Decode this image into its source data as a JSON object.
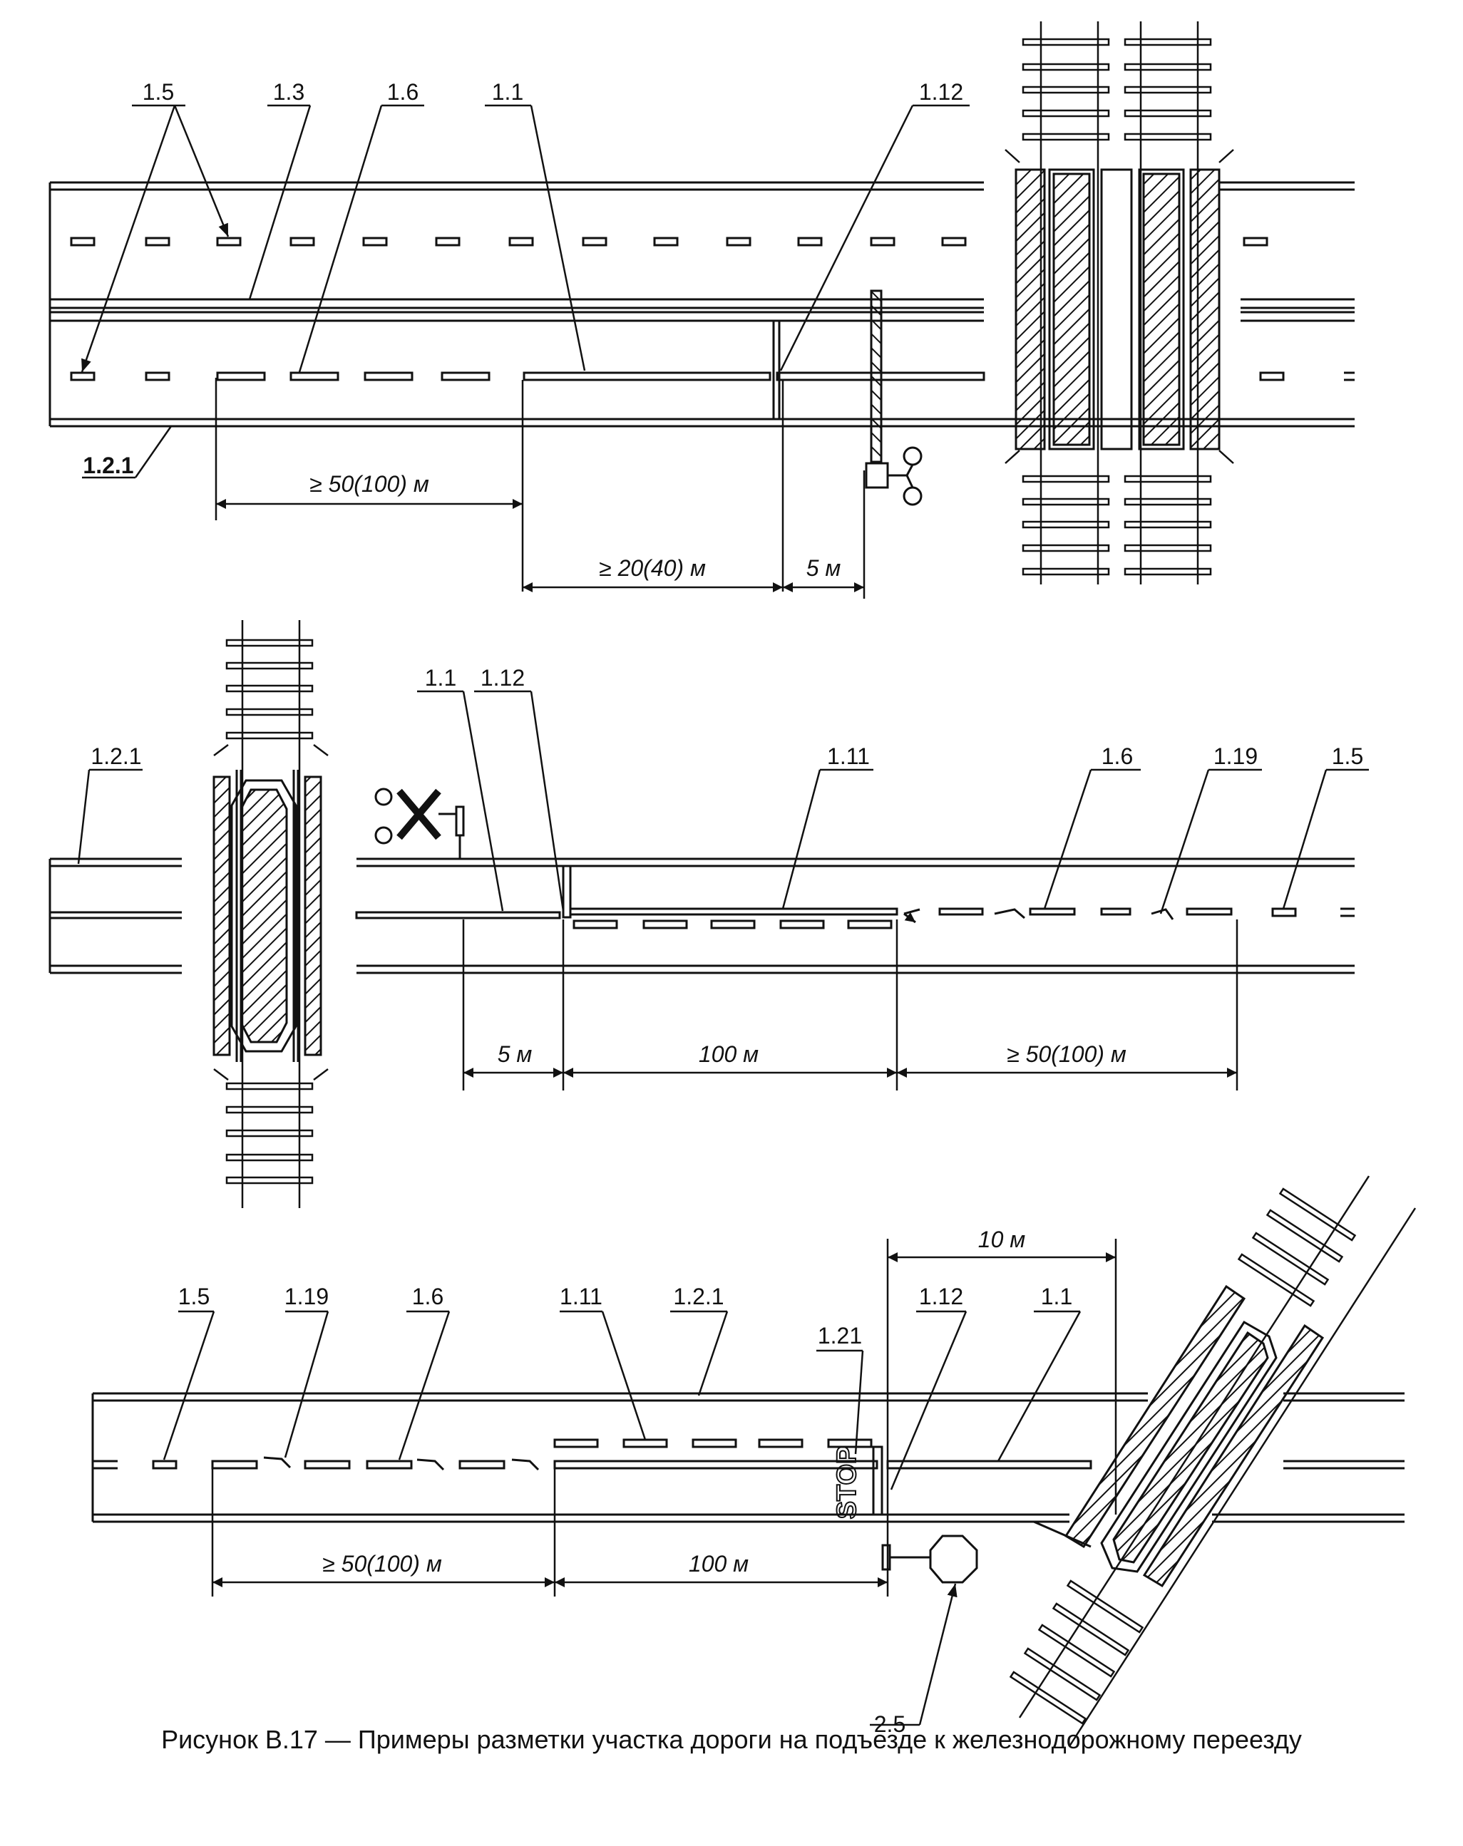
{
  "caption": "Рисунок В.17 — Примеры разметки участка дороги на подъезде к железнодорожному переезду",
  "colors": {
    "ink": "#111111",
    "background": "#ffffff"
  },
  "icon_names": [
    "barrier-gate-icon",
    "traffic-light-icon",
    "crossing-sign-icon",
    "stop-sign-icon",
    "stop-word-marking-icon",
    "rail-track-icon"
  ],
  "diagram1": {
    "labels": {
      "m15": "1.5",
      "m13": "1.3",
      "m16": "1.6",
      "m11": "1.1",
      "m112": "1.12",
      "m121": "1.2.1"
    },
    "dims": {
      "d1": "≥ 50(100) м",
      "d2": "≥ 20(40) м",
      "d3": "5 м"
    }
  },
  "diagram2": {
    "labels": {
      "m121": "1.2.1",
      "m11": "1.1",
      "m112": "1.12",
      "m111": "1.11",
      "m16": "1.6",
      "m119": "1.19",
      "m15": "1.5"
    },
    "dims": {
      "d1": "5 м",
      "d2": "100 м",
      "d3": "≥ 50(100) м"
    }
  },
  "diagram3": {
    "labels": {
      "m15": "1.5",
      "m119": "1.19",
      "m16": "1.6",
      "m111": "1.11",
      "m121": "1.2.1",
      "m121b": "1.21",
      "m112": "1.12",
      "m11": "1.1",
      "s25": "2.5"
    },
    "dims": {
      "d0": "10 м",
      "d1": "≥ 50(100) м",
      "d2": "100 м"
    },
    "stop_word": "STOP"
  }
}
